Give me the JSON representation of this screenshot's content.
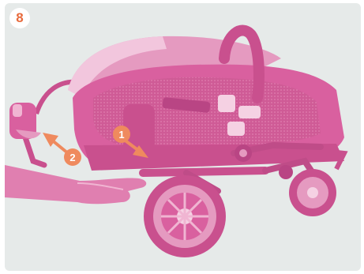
{
  "step": {
    "number": "8"
  },
  "markers": [
    {
      "label": "1"
    },
    {
      "label": "2"
    }
  ],
  "colors": {
    "panel": "#e6eae9",
    "stroller": "#d9609f",
    "stroller_light": "#e59ac0",
    "accent": "#ef8a5e",
    "step_number": "#e86a3c"
  }
}
